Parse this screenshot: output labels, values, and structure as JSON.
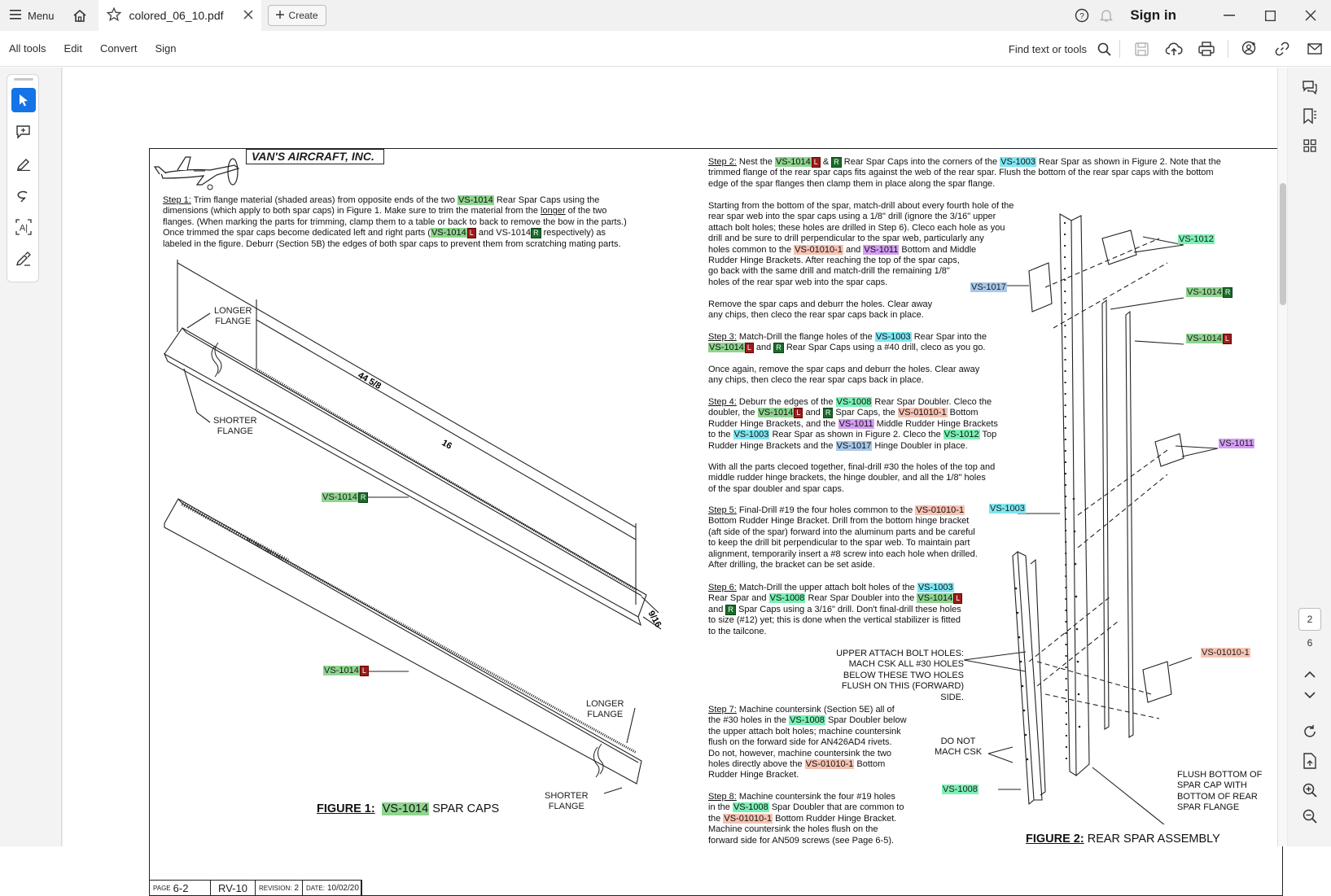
{
  "titlebar": {
    "menu_label": "Menu",
    "tab_title": "colored_06_10.pdf",
    "create_label": "Create",
    "sign_in_label": "Sign in"
  },
  "toolbar": {
    "all_tools": "All tools",
    "edit": "Edit",
    "convert": "Convert",
    "sign": "Sign",
    "find_placeholder": "Find text or tools"
  },
  "navigation": {
    "current_page": "2",
    "total_pages": "6"
  },
  "document": {
    "brand": "VAN'S AIRCRAFT, INC.",
    "step1": {
      "label": "Step 1:",
      "line1a": " Trim flange material (shaded areas) from opposite ends of the two ",
      "line1b": " Rear Spar Caps using the",
      "line2a": "dimensions (which apply to both spar caps) in Figure 1. Make sure to trim the material from the ",
      "line2u": "longer",
      "line2b": " of the two",
      "line3": "flanges. (When marking the parts for trimming, clamp them to a table or back to back to remove the bow in the parts.)",
      "line4a": "Once trimmed the spar caps become dedicated left and right parts (",
      "line4b": " and VS-1014",
      "line4c": " respectively) as",
      "line5": "labeled in the figure. Deburr (Section 5B) the edges of both spar caps to prevent them from scratching mating parts."
    },
    "step2": {
      "label": "Step 2:",
      "a": " Nest the ",
      "b": " & ",
      "c": " Rear Spar Caps into the corners of the ",
      "d": " Rear Spar as shown in Figure 2. Note that the",
      "line2": "trimmed flange of the rear spar caps fits against the web of the rear spar. Flush the bottom of the rear spar caps with the bottom",
      "line3": "edge of the spar flanges then clamp them in place along the spar flange."
    },
    "para_drill": {
      "l1": "Starting from the bottom of the spar, match-drill about every fourth hole of the",
      "l2": "rear spar web into the spar caps using a 1/8\" drill (ignore the 3/16\" upper",
      "l3": "attach bolt holes; these holes are drilled in  Step 6).  Cleco each hole as you",
      "l4": "drill and be sure to drill perpendicular to the spar web, particularly any",
      "l5a": "holes common to the ",
      "l5b": " and ",
      "l5c": " Bottom and Middle",
      "l6": "Rudder Hinge Brackets. After reaching the top of the spar caps,",
      "l7": "go back with the same drill and match-drill the remaining 1/8\"",
      "l8": "holes of the rear spar web into the spar caps."
    },
    "para_remove1": {
      "l1": "Remove the spar caps and deburr the holes. Clear away",
      "l2": "any chips, then cleco the rear spar caps back in place."
    },
    "step3": {
      "label": "Step 3:",
      "a": " Match-Drill the flange holes of the ",
      "b": " Rear Spar into the",
      "c": " and ",
      "d": " Rear Spar Caps using a #40 drill, cleco as you go."
    },
    "para_remove2": {
      "l1": "Once again, remove the spar caps and deburr the holes. Clear away",
      "l2": "any chips, then cleco the rear spar caps back in place."
    },
    "step4": {
      "label": "Step 4:",
      "a": " Deburr the edges of the ",
      "b": " Rear Spar Doubler. Cleco the",
      "c": "doubler, the ",
      "d": " and ",
      "e": " Spar Caps, the ",
      "f": " Bottom",
      "g": "Rudder Hinge Brackets, and the ",
      "h": " Middle Rudder Hinge Brackets",
      "i": "to the ",
      "j": " Rear Spar as shown in Figure 2. Cleco the ",
      "k": " Top",
      "l": "Rudder Hinge Brackets and the ",
      "m": " Hinge Doubler in place."
    },
    "para_final": {
      "l1": "With all the parts clecoed together, final-drill #30 the holes of the top and",
      "l2": "middle rudder hinge brackets, the hinge doubler, and all the 1/8\" holes",
      "l3": "of the spar doubler and spar caps."
    },
    "step5": {
      "label": "Step 5:",
      "a": " Final-Drill #19 the four holes common to the ",
      "l2": "Bottom Rudder Hinge Bracket. Drill from the bottom hinge bracket",
      "l3": "(aft side of the spar) forward into the aluminum parts and be careful",
      "l4": "to keep the drill bit perpendicular to the spar web. To maintain part",
      "l5": "alignment, temporarily insert a #8 screw into each hole when drilled.",
      "l6": "After drilling, the bracket can be set aside."
    },
    "step6": {
      "label": "Step 6:",
      "a": " Match-Drill the upper attach bolt holes of the ",
      "b": "Rear Spar and ",
      "c": " Rear Spar Doubler into the ",
      "d": "and ",
      "e": " Spar Caps using a 3/16\" drill. Don't final-drill these holes",
      "l4": "to size (#12) yet; this is done when the vertical stabilizer is fitted",
      "l5": "to the tailcone."
    },
    "upper_attach": {
      "l1": "UPPER ATTACH BOLT HOLES:",
      "l2": "MACH CSK ALL #30 HOLES",
      "l3": "BELOW THESE TWO HOLES",
      "l4": "FLUSH ON THIS (FORWARD) SIDE."
    },
    "step7": {
      "label": "Step 7:",
      "a": " Machine countersink (Section 5E) all of",
      "b": "the #30 holes in the ",
      "c": " Spar Doubler below",
      "l3": "the upper attach bolt holes; machine countersink",
      "l4": "flush on the forward side for AN426AD4 rivets.",
      "l5": "Do not, however, machine countersink the two",
      "l6a": "holes directly above the ",
      "l6b": " Bottom",
      "l7": "Rudder Hinge Bracket."
    },
    "step8": {
      "label": "Step 8:",
      "a": " Machine countersink the four #19 holes",
      "b": "in the ",
      "c": " Spar Doubler that are common to",
      "d": "the ",
      "e": " Bottom Rudder Hinge Bracket.",
      "l4": "Machine countersink the holes flush on the",
      "l5": "forward side for AN509 screws (see Page 6-5)."
    },
    "do_not": {
      "l1": "DO NOT",
      "l2": "MACH CSK"
    },
    "flush_note": {
      "l1": "FLUSH BOTTOM OF",
      "l2": "SPAR CAP WITH",
      "l3": "BOTTOM OF REAR",
      "l4": "SPAR FLANGE"
    },
    "fig1": {
      "longer1": [
        "LONGER",
        "FLANGE"
      ],
      "shorter1": [
        "SHORTER",
        "FLANGE"
      ],
      "longer2": [
        "LONGER",
        "FLANGE"
      ],
      "shorter2": [
        "SHORTER",
        "FLANGE"
      ],
      "dim_44": "44 5/8",
      "dim_16": "16",
      "dim_9": "9/16",
      "caption_label": "FIGURE 1:",
      "caption_part": "VS-1014",
      "caption_rest": " SPAR CAPS"
    },
    "fig2": {
      "caption_label": "FIGURE 2:",
      "caption_rest": " REAR SPAR ASSEMBLY"
    },
    "parts": {
      "vs1014": "VS-1014",
      "vs1003": "VS-1003",
      "vs01010": "VS-01010-1",
      "vs1011": "VS-1011",
      "vs1008": "VS-1008",
      "vs1012": "VS-1012",
      "vs1017": "VS-1017",
      "tag_l": "L",
      "tag_r": "R"
    },
    "footer": {
      "page_small": "PAGE",
      "page": "6-2",
      "model": "RV-10",
      "rev_small": "REVISION:",
      "rev": "2",
      "date_small": "DATE:",
      "date": "10/02/20"
    }
  },
  "colors": {
    "accent": "#1473e6",
    "left_tag": "#9c1c1c",
    "right_tag": "#1b6b2a"
  }
}
